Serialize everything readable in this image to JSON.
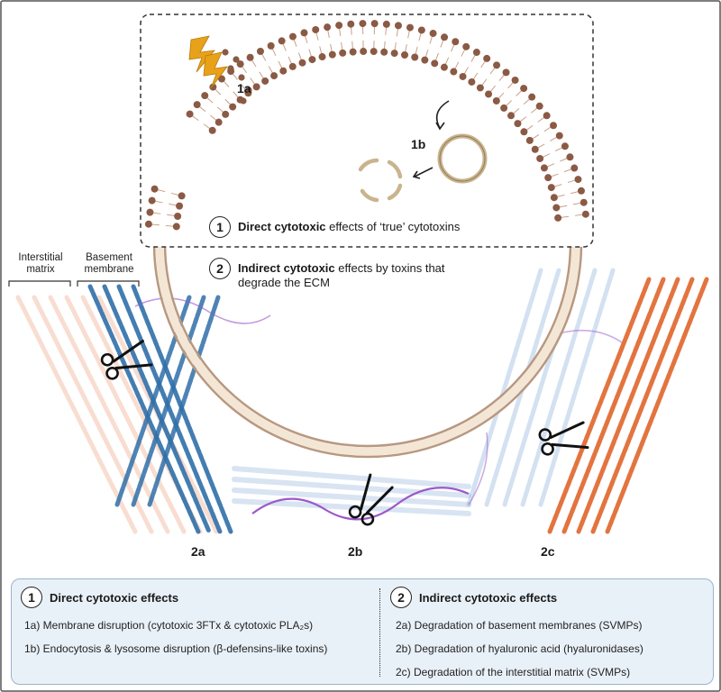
{
  "top_box": {
    "row1_prefix_bold": "Direct cytotoxic",
    "row1_suffix": " effects of ‘true’ cytotoxins",
    "row2_prefix_bold": "Indirect cytotoxic",
    "row2_suffix": " effects by toxins that",
    "row2_line2": "degrade the ECM"
  },
  "circles": {
    "one": "1",
    "two": "2"
  },
  "tags": {
    "t1a": "1a",
    "t1b": "1b",
    "t2a": "2a",
    "t2b": "2b",
    "t2c": "2c"
  },
  "matrix_labels": {
    "interstitial_l1": "Interstitial",
    "interstitial_l2": "matrix",
    "basement_l1": "Basement",
    "basement_l2": "membrane"
  },
  "legend": {
    "left_title": "Direct cytotoxic effects",
    "left_items": [
      "1a) Membrane disruption (cytotoxic 3FTx & cytotoxic PLA₂s)",
      "1b) Endocytosis & lysosome disruption (β-defensins-like toxins)"
    ],
    "right_title": "Indirect cytotoxic effects",
    "right_items": [
      "2a) Degradation of basement membranes (SVMPs)",
      "2b) Degradation of hyaluronic acid (hyaluronidases)",
      "2c) Degradation of the interstitial matrix (SVMPs)"
    ]
  },
  "colors": {
    "lipid": "#8b5a44",
    "tail": "#c9a08a",
    "basement": "#2f6fa8",
    "interstitial": "#e0652a",
    "hyaluronic": "#9b59c9",
    "toxin": "#e8a21a",
    "legend_bg": "#e9f1f8"
  }
}
